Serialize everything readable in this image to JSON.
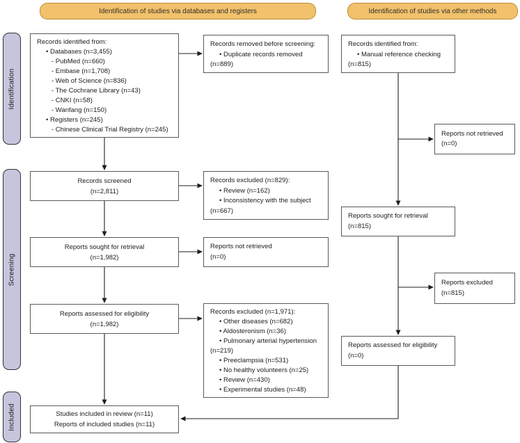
{
  "headers": {
    "databases": "Identification of studies via databases and registers",
    "other": "Identification of studies via other methods"
  },
  "stages": {
    "identification": "Identification",
    "screening": "Screening",
    "included": "Included"
  },
  "boxes": {
    "db_identified": {
      "lines": [
        "Records identified from:",
        "• Databases (n=3,455)",
        "- PubMed (n=660)",
        "- Embase (n=1,708)",
        "- Web of Science (n=836)",
        "- The Cochrane Library (n=43)",
        "- CNKI (n=58)",
        "- Wanfang (n=150)",
        "• Registers (n=245)",
        "- Chinese Clinical Trial Registry (n=245)"
      ]
    },
    "records_removed": {
      "lines": [
        "Records removed before screening:",
        "• Duplicate records removed",
        "(n=889)"
      ]
    },
    "other_identified": {
      "lines": [
        "Records identified from:",
        "• Manual reference checking",
        "(n=815)"
      ]
    },
    "records_screened": {
      "lines": [
        "Records screened",
        "(n=2,811)"
      ]
    },
    "records_excluded_screen": {
      "lines": [
        "Records excluded (n=829):",
        "• Review (n=162)",
        "• Inconsistency with the subject",
        "(n=667)"
      ]
    },
    "reports_sought_db": {
      "lines": [
        "Reports sought for retrieval",
        "(n=1,982)"
      ]
    },
    "reports_not_retrieved_db": {
      "lines": [
        "Reports not retrieved",
        "(n=0)"
      ]
    },
    "reports_assessed_db": {
      "lines": [
        "Reports assessed for eligibility",
        "(n=1,982)"
      ]
    },
    "records_excluded_elig": {
      "lines": [
        "Records excluded (n=1,971):",
        "• Other diseases (n=682)",
        "• Aldosteronism (n=36)",
        "• Pulmonary arterial hypertension",
        "(n=219)",
        "• Preeclampsia (n=531)",
        "• No healthy volunteers (n=25)",
        "• Review (n=430)",
        "• Experimental studies (n=48)"
      ]
    },
    "included_studies": {
      "lines": [
        "Studies included in review (n=11)",
        "Reports of included studies (n=11)"
      ]
    },
    "other_not_retrieved": {
      "lines": [
        "Reports not retrieved",
        "(n=0)"
      ]
    },
    "other_sought": {
      "lines": [
        "Reports sought for retrieval",
        "(n=815)"
      ]
    },
    "other_excluded": {
      "lines": [
        "Reports excluded",
        "(n=815)"
      ]
    },
    "other_assessed": {
      "lines": [
        "Reports assessed for eligibility",
        "(n=0)"
      ]
    }
  },
  "colors": {
    "header_fill": "#F2C16B",
    "header_border": "#BE8B35",
    "stage_fill": "#C5C5DD",
    "box_border": "#595959",
    "arrow": "#1f1f1f",
    "background": "#ffffff"
  }
}
